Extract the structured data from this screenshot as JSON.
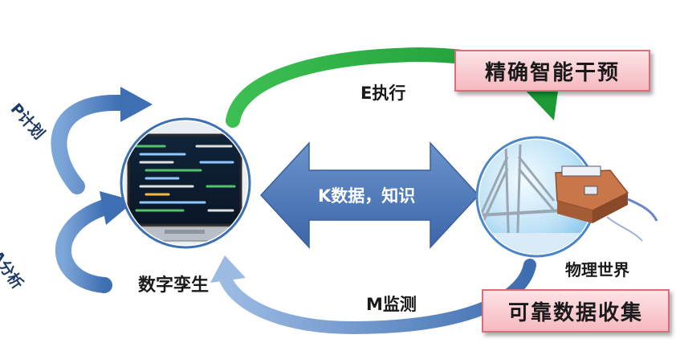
{
  "nodes": {
    "digital_twin": "数字孪生",
    "physical_world": "物理世界"
  },
  "arrows": {
    "plan": "P计划",
    "analyze": "A分析",
    "execute": "E执行",
    "monitor": "M监测",
    "knowledge": "K数据，知识"
  },
  "callouts": {
    "intervention": "精确智能干预",
    "collection": "可靠数据收集"
  },
  "colors": {
    "green_arrow": "#22a63a",
    "blue_arrow": "#4f7fc0",
    "callout_fill": "#f7c6cc",
    "callout_border": "#d8707c"
  }
}
